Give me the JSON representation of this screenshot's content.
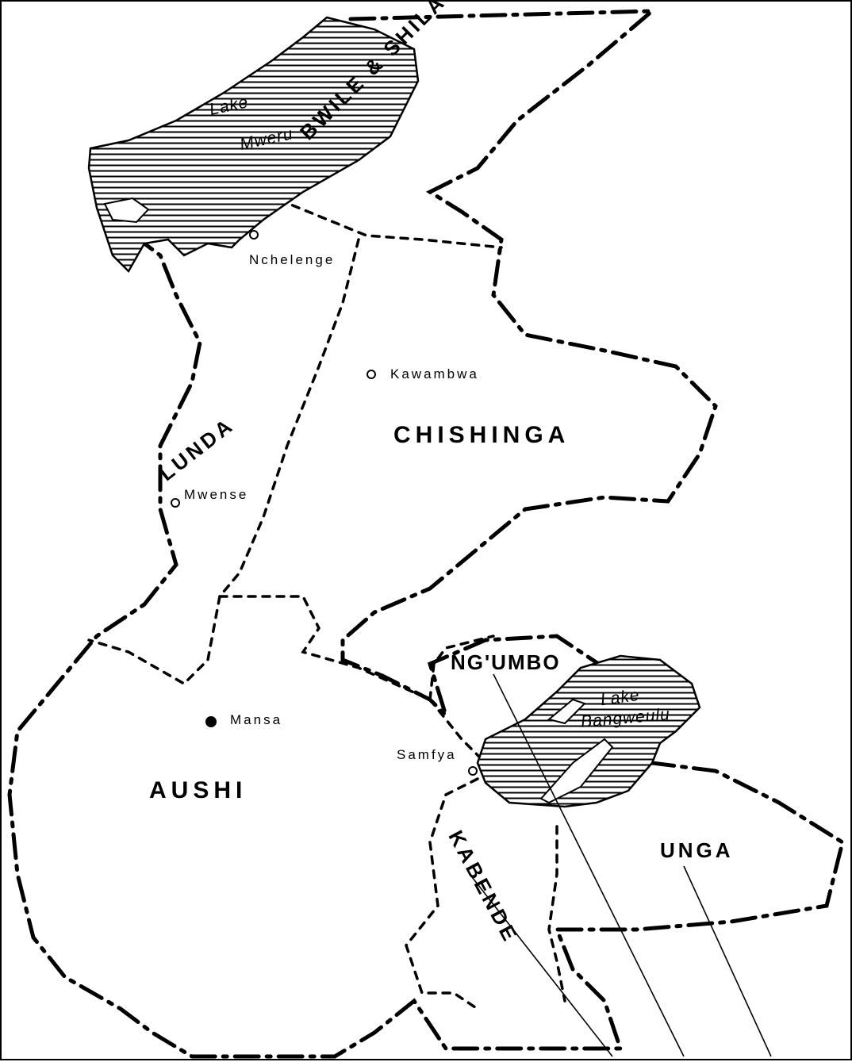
{
  "map": {
    "regions": {
      "bwile_shila": "BWILE & SHILA",
      "lunda": "LUNDA",
      "chishinga": "CHISHINGA",
      "ngumbo": "NG'UMBO",
      "aushi": "AUSHI",
      "kabende": "KABENDE",
      "unga": "UNGA"
    },
    "lakes": {
      "mweru_line1": "Lake",
      "mweru_line2": "Mweru",
      "bangweulu_line1": "Lake",
      "bangweulu_line2": "Bangweulu"
    },
    "towns": {
      "nchelenge": "Nchelenge",
      "kawambwa": "Kawambwa",
      "mwense": "Mwense",
      "mansa": "Mansa",
      "samfya": "Samfya"
    },
    "colors": {
      "ink": "#000000",
      "paper": "#ffffff"
    }
  }
}
